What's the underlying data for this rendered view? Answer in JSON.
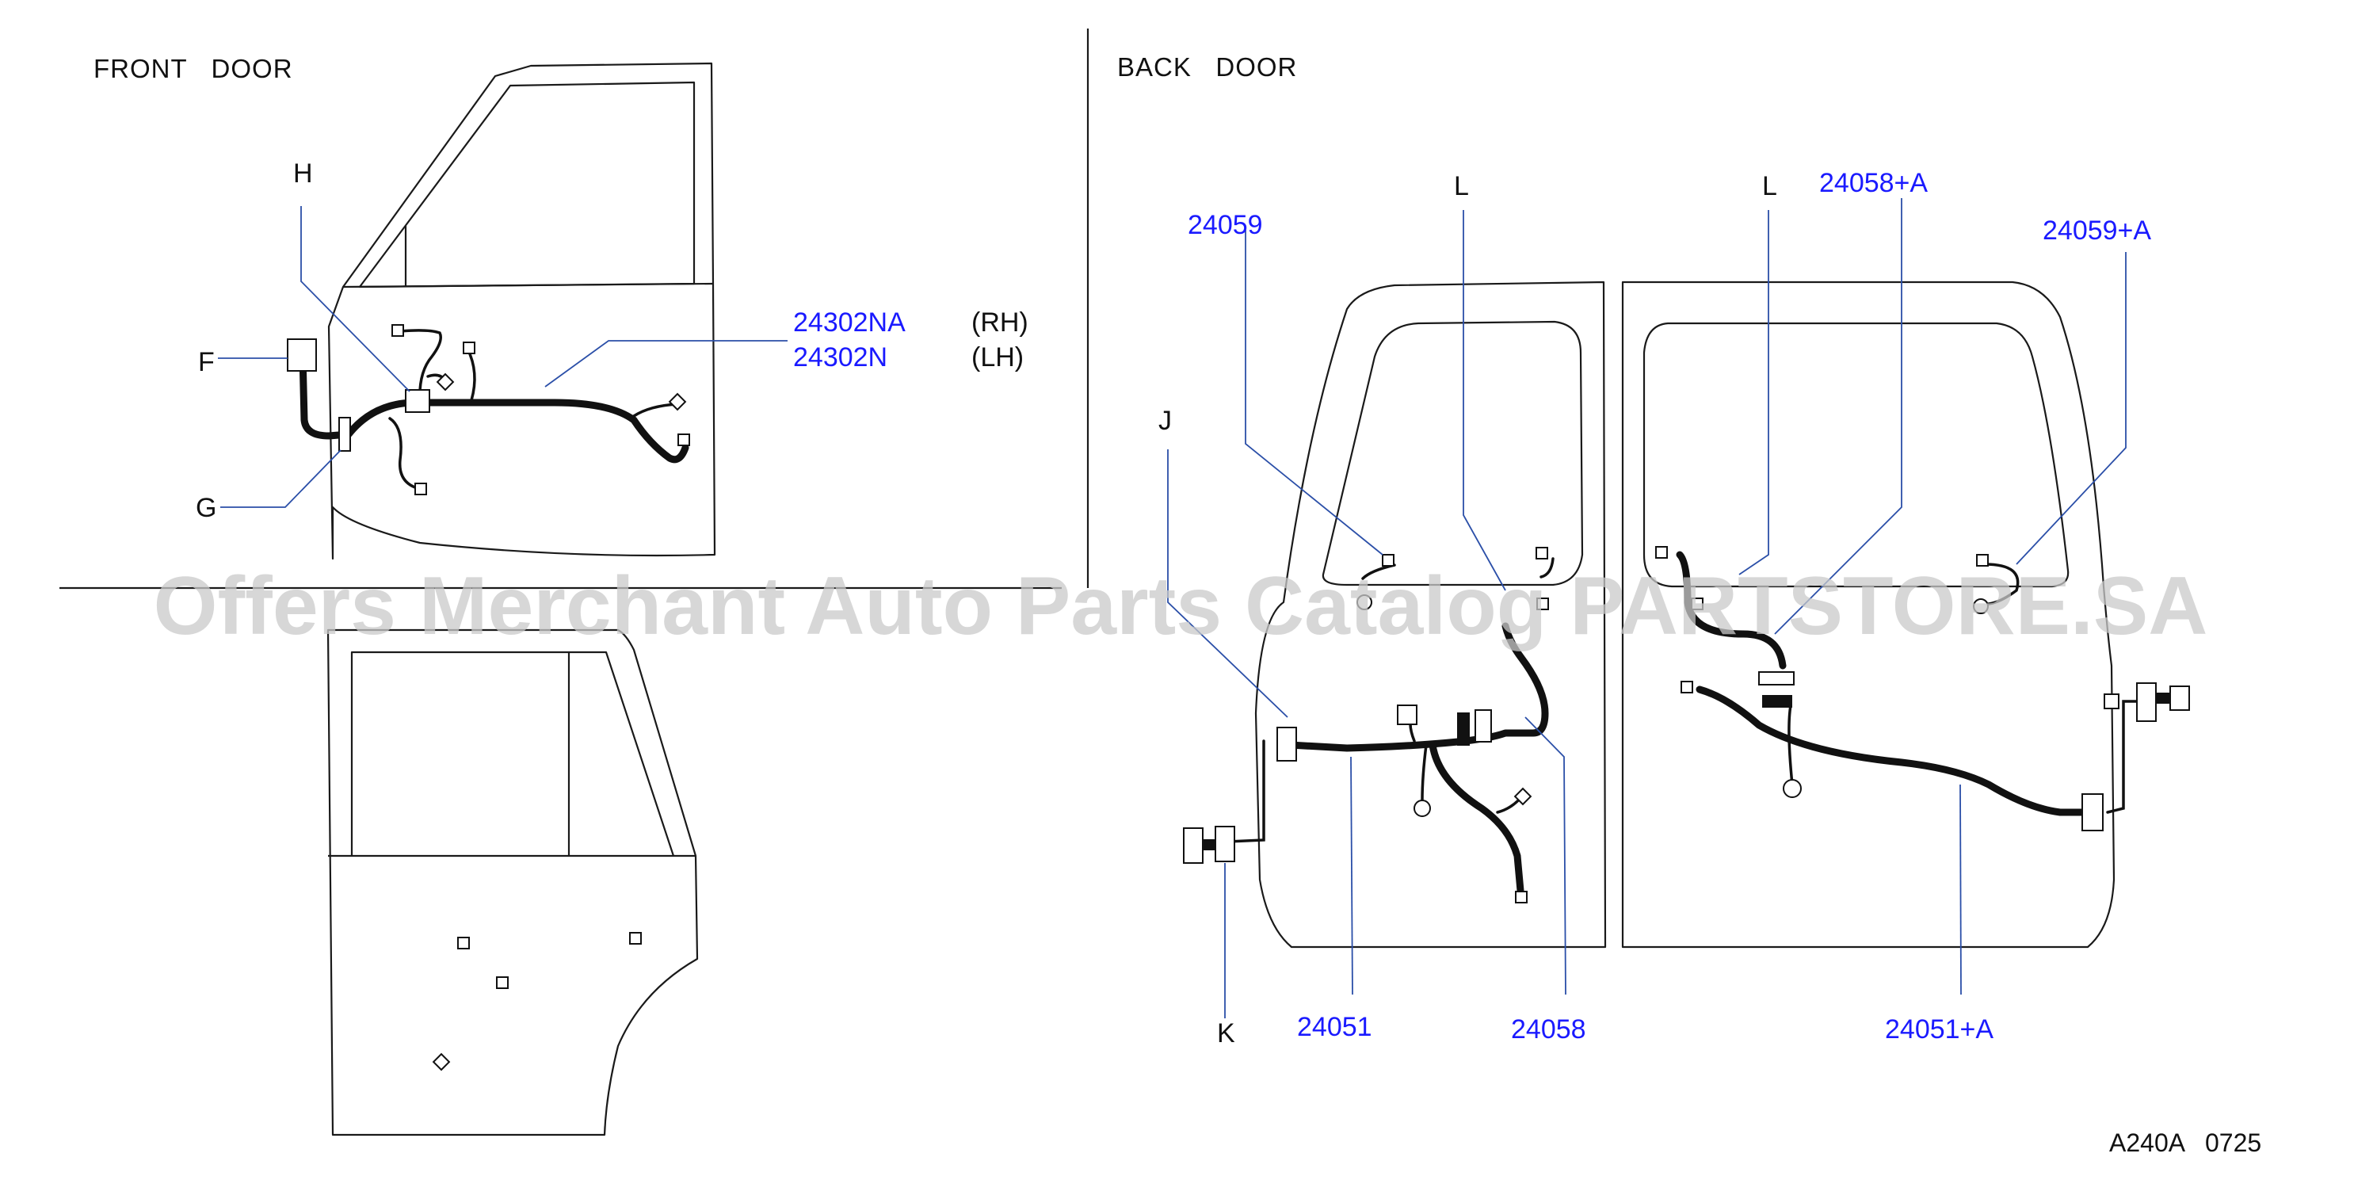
{
  "diagram": {
    "sections": {
      "front_door": "FRONT   DOOR",
      "back_door": "BACK   DOOR"
    },
    "front_door": {
      "callouts": {
        "h": "H",
        "f": "F",
        "g": "G"
      },
      "parts": {
        "rh_part": "24302NA",
        "lh_part": "24302N",
        "rh_side": "(RH)",
        "lh_side": "(LH)"
      }
    },
    "back_door": {
      "callouts": {
        "l_left": "L",
        "l_right": "L",
        "j": "J",
        "k": "K"
      },
      "parts": {
        "p24059": "24059",
        "p24058a": "24058+A",
        "p24059a": "24059+A",
        "p24051": "24051",
        "p24058": "24058",
        "p24051a": "24051+A"
      }
    },
    "watermark": "Offers Merchant Auto Parts Catalog PARTSTORE.SA",
    "footer_code": "A240A   0725"
  }
}
